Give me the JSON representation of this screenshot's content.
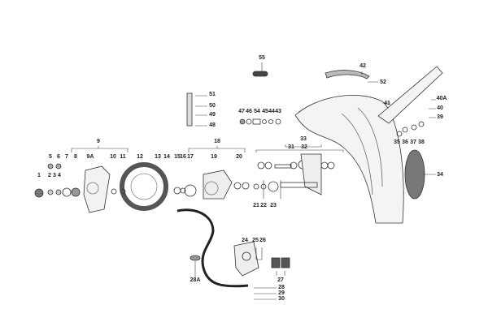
{
  "diagram": {
    "type": "exploded-parts-diagram",
    "labels": [
      "1",
      "2",
      "3",
      "4",
      "5",
      "6",
      "7",
      "8",
      "9",
      "9A",
      "10",
      "11",
      "12",
      "13",
      "14",
      "15",
      "16",
      "17",
      "18",
      "19",
      "20",
      "21",
      "22",
      "23",
      "24",
      "25",
      "26",
      "27",
      "28",
      "28A",
      "29",
      "30",
      "31",
      "32",
      "33",
      "34",
      "35",
      "36",
      "37",
      "38",
      "39",
      "40",
      "40A",
      "41",
      "42",
      "43",
      "44",
      "45",
      "46",
      "47",
      "48",
      "49",
      "50",
      "51",
      "52",
      "54",
      "55"
    ]
  }
}
